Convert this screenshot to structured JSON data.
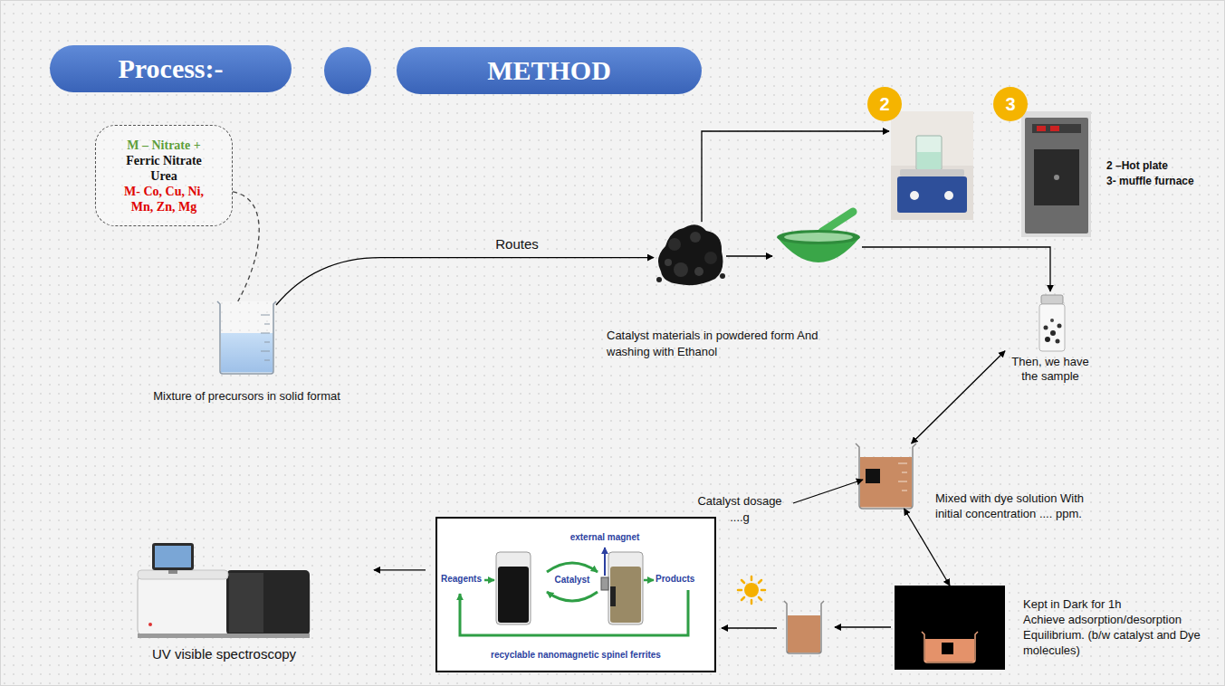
{
  "diagram": {
    "nodes": [
      {
        "text": [
          "Process:-"
        ]
      },
      {
        "text": [
          "METHOD"
        ]
      },
      {
        "text": [
          "M – Nitrate +",
          "Ferric Nitrate Urea",
          "M- Co, Cu, Ni, Mn, Zn, Mg"
        ]
      },
      {
        "text": [
          "Mixture of precursors in solid format"
        ]
      },
      {
        "text": [
          "Catalyst materials in powdered form And washing with Ethanol"
        ]
      },
      {
        "text": [
          "2"
        ]
      },
      {
        "text": [
          "3"
        ]
      },
      {
        "text": [
          "Then, we have the sample"
        ]
      },
      {
        "text": [
          "Mixed with dye solution With initial concentration .... ppm."
        ]
      },
      {
        "text": [
          "Kept in Dark for 1h",
          "Achieve adsorption/desorption Equilibrium. (b/w catalyst and Dye molecules)"
        ]
      },
      {
        "text": [
          "external magnet",
          "Reagents",
          "Catalyst",
          "Products",
          "recyclable nanomagnetic spinel ferrites"
        ]
      },
      {
        "text": [
          "UV visible spectroscopy"
        ]
      }
    ],
    "edges": [
      {
        "from": 2,
        "to": 3,
        "arrow": "none"
      },
      {
        "from": 3,
        "to": 4,
        "label": "Routes",
        "arrow": "to"
      },
      {
        "from": 7,
        "to": 8,
        "arrow": "both"
      },
      {
        "from": 8,
        "to": 9,
        "arrow": "both"
      },
      {
        "from": 10,
        "to": 11,
        "arrow": "to"
      }
    ],
    "labels": [
      "2 –Hot plate",
      "3- muffle furnace",
      "Catalyst dosage ....g"
    ]
  }
}
